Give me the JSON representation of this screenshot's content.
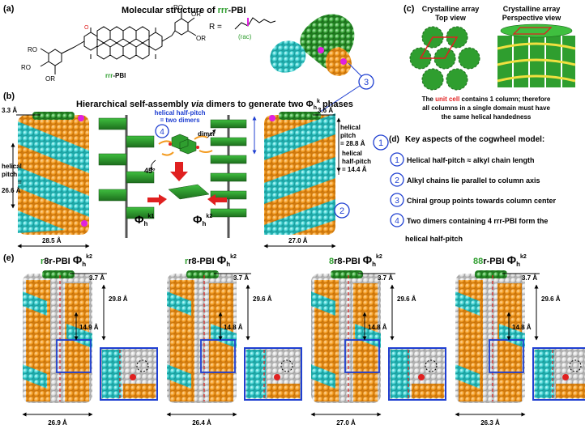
{
  "panel_a": {
    "label": "(a)",
    "title_prefix": "Molecular structure of ",
    "title_highlight": "rrr",
    "title_suffix": "-PBI",
    "compound_highlight": "rrr",
    "compound_suffix": "-PBI",
    "r_equals": "R =",
    "ro_label": "RO",
    "or_label": "OR",
    "rac_label": "(rac)",
    "circle_3": "3"
  },
  "panel_b": {
    "label": "(b)",
    "title_prefix": "Hierarchical self-assembly ",
    "title_italic": "via",
    "title_suffix": " dimers to generate two Φ",
    "title_sub": "h",
    "title_sup": "k",
    "title_end": " phases",
    "left_top": "3.3 Å",
    "left_pitch_1": "helical",
    "left_pitch_2": "pitch",
    "left_pitch_3": "=",
    "left_pitch_4": "26.6 Å",
    "left_width": "28.5 Å",
    "half_pitch_1": "helical half-pitch",
    "half_pitch_2": "= two dimers",
    "circle_4": "4",
    "dimer": "dimer",
    "angle": "45°",
    "phase_sym": "Φ",
    "phase_sub": "h",
    "phase_k1": "k1",
    "phase_k2": "k2",
    "right_top": "3.6 Å",
    "right_pitch_1": "helical",
    "right_pitch_2": "pitch",
    "right_pitch_3": "= 28.8 Å",
    "right_half_1": "helical",
    "right_half_2": "half-pitch",
    "right_half_3": "= 14.4 Å",
    "circle_1": "1",
    "circle_2": "2",
    "right_width": "27.0 Å"
  },
  "panel_c": {
    "label": "(c)",
    "top_view_1": "Crystalline array",
    "top_view_2": "Top view",
    "persp_1": "Crystalline array",
    "persp_2": "Perspective view",
    "caption_1a": "The ",
    "caption_1b": "unit cell",
    "caption_1c": " contains 1 column; therefore",
    "caption_2": "all columns in a single domain must have",
    "caption_3": "the same helical handedness"
  },
  "panel_d": {
    "label": "(d)",
    "title": "Key aspects of the cogwheel model:",
    "items": [
      {
        "num": "1",
        "text": "Helical half-pitch ≈ alkyl chain length"
      },
      {
        "num": "2",
        "text": "Alkyl chains lie parallel to column axis"
      },
      {
        "num": "3",
        "text": "Chiral group points towards column center"
      },
      {
        "num": "4",
        "text": "Two dimers containing 4 rrr-PBI form the"
      }
    ],
    "item4_cont": "helical half-pitch"
  },
  "panel_e": {
    "label": "(e)",
    "models": [
      {
        "name_a": "r",
        "name_b": "8r",
        "name_suffix": "-PBI ",
        "top": "3.7 Å",
        "pitch": "29.8 Å",
        "half": "14.9 Å",
        "width": "26.9 Å"
      },
      {
        "name_a": "r",
        "name_b": "r8",
        "name_suffix": "-PBI ",
        "top": "3.7 Å",
        "pitch": "29.6 Å",
        "half": "14.8 Å",
        "width": "26.4 Å"
      },
      {
        "name_a": "8",
        "name_b": "r8",
        "name_suffix": "-PBI ",
        "top": "3.7 Å",
        "pitch": "29.6 Å",
        "half": "14.8 Å",
        "width": "27.0 Å"
      },
      {
        "name_a": "88",
        "name_b": "r",
        "name_suffix": "-PBI ",
        "top": "3.7 Å",
        "pitch": "29.6 Å",
        "half": "14.8 Å",
        "width": "26.3 Å"
      }
    ],
    "phase_sym": "Φ",
    "phase_sub": "h",
    "phase_sup": "k2"
  },
  "colors": {
    "orange": "#f39a1e",
    "cyan": "#34c9c9",
    "green": "#2f9e2f",
    "dark_green": "#1f7a1f",
    "blue": "#1f3fd1",
    "red": "#e02020",
    "magenta": "#e020e0",
    "yellow": "#f0e040",
    "gray": "#d8d8d8"
  }
}
